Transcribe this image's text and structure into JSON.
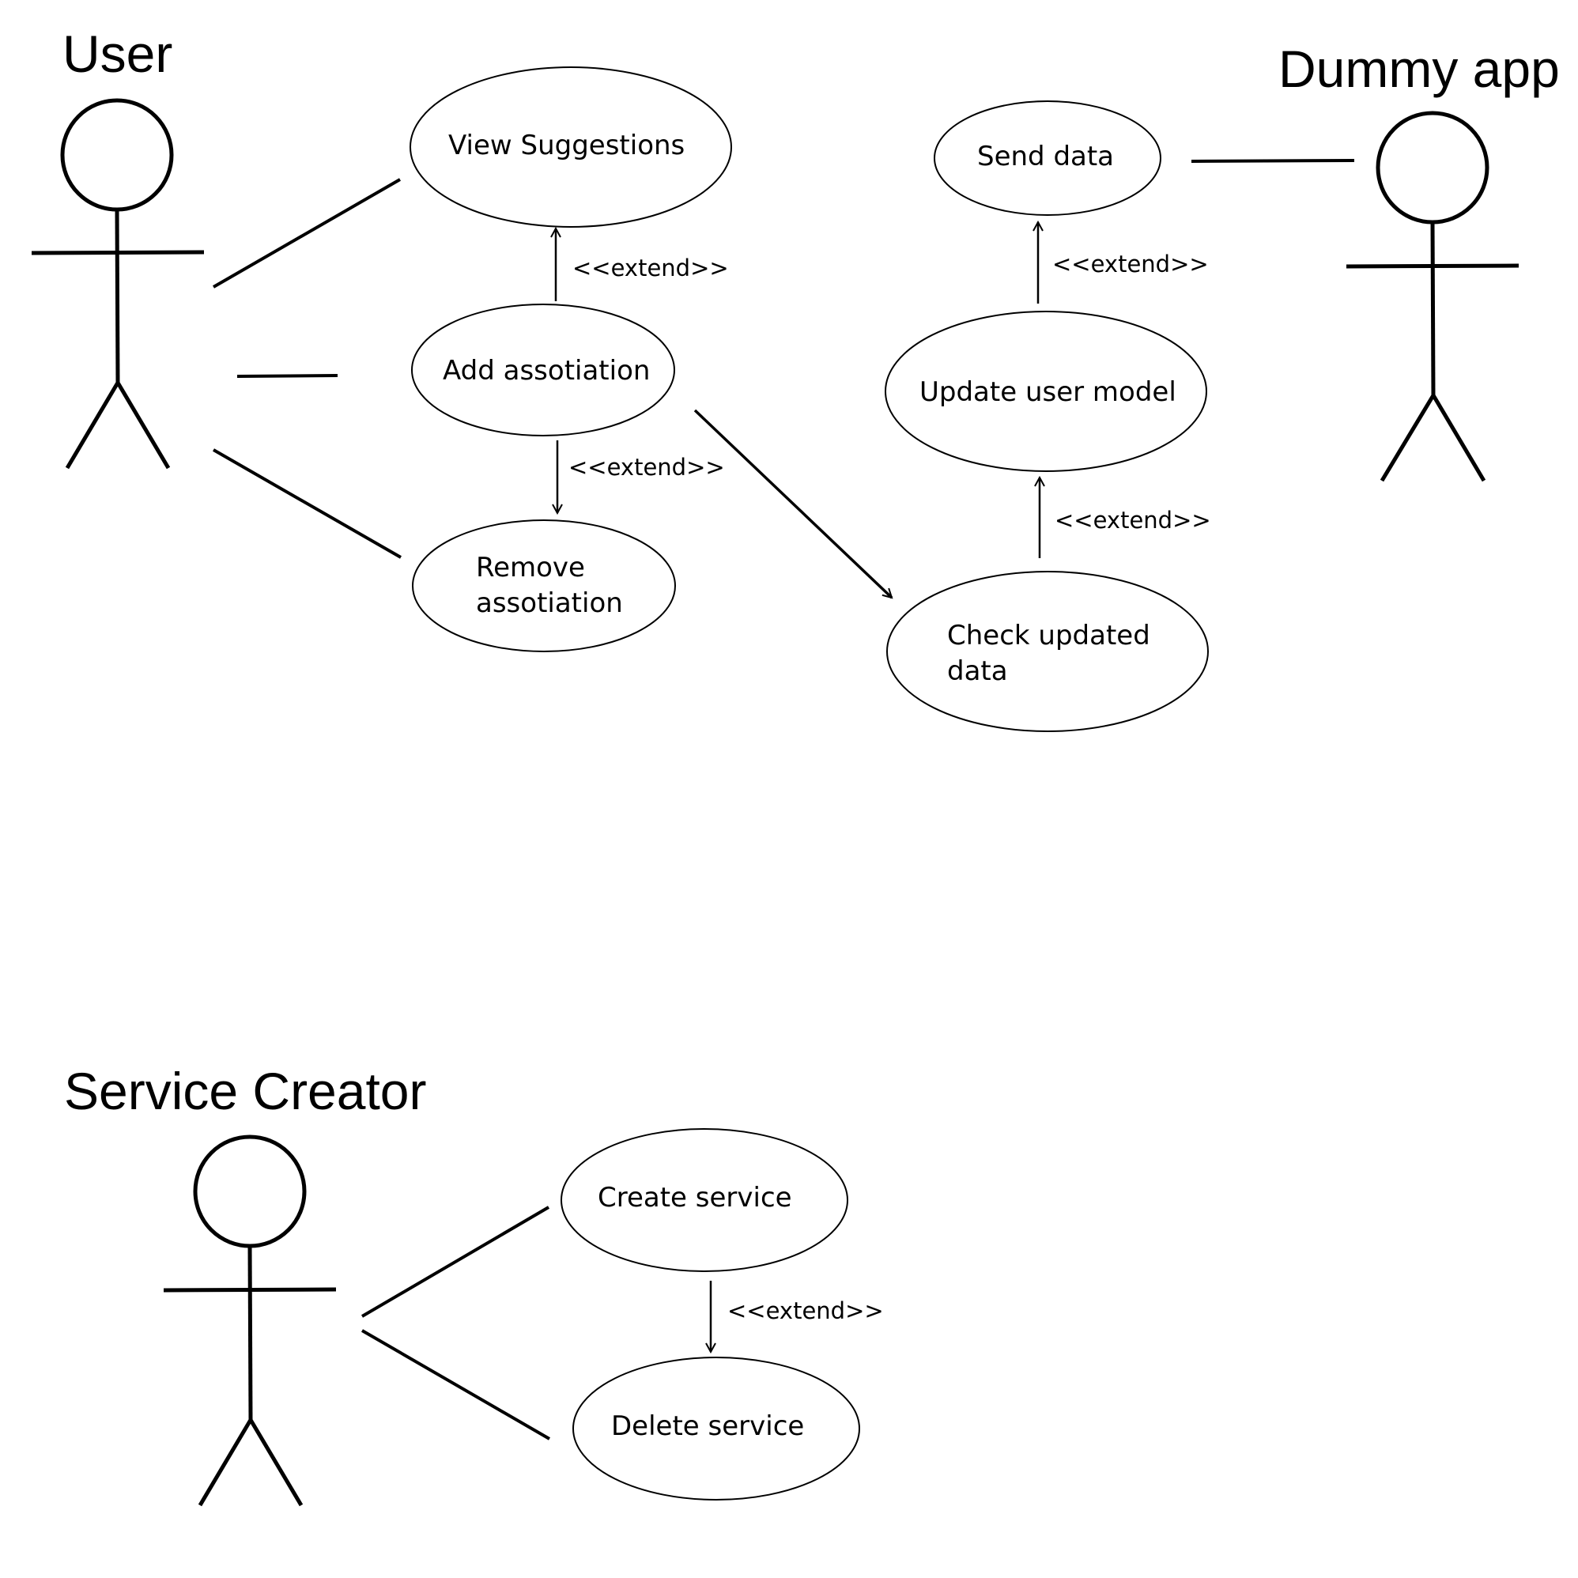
{
  "colors": {
    "background": "#ffffff",
    "stroke": "#000000"
  },
  "actors": {
    "user": {
      "label": "User"
    },
    "dummy_app": {
      "label": "Dummy app"
    },
    "service_creator": {
      "label": "Service Creator"
    }
  },
  "use_cases": {
    "view_suggestions": {
      "lines": [
        "View Suggestions"
      ]
    },
    "add_assotiation": {
      "lines": [
        "Add assotiation"
      ]
    },
    "remove_assotiation": {
      "lines": [
        "Remove",
        "assotiation"
      ]
    },
    "send_data": {
      "lines": [
        "Send data"
      ]
    },
    "update_user_model": {
      "lines": [
        "Update user model"
      ]
    },
    "check_updated_data": {
      "lines": [
        "Check updated",
        "data"
      ]
    },
    "create_service": {
      "lines": [
        "Create service"
      ]
    },
    "delete_service": {
      "lines": [
        "Delete service"
      ]
    }
  },
  "relations": {
    "extend_label": "<<extend>>"
  }
}
